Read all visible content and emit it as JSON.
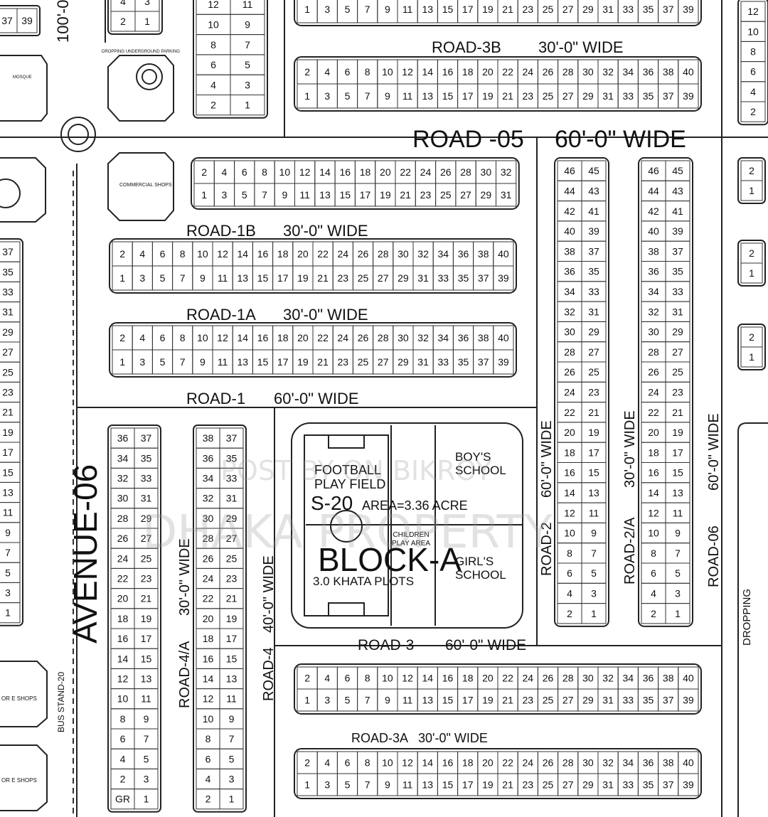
{
  "roads": {
    "road_3b": {
      "name": "ROAD-3B",
      "width": "30'-0\" WIDE"
    },
    "road_05": {
      "name": "ROAD -05",
      "width": "60'-0\" WIDE"
    },
    "road_1b": {
      "name": "ROAD-1B",
      "width": "30'-0\" WIDE"
    },
    "road_1a": {
      "name": "ROAD-1A",
      "width": "30'-0\" WIDE"
    },
    "road_1": {
      "name": "ROAD-1",
      "width": "60'-0\" WIDE"
    },
    "road_3": {
      "name": "ROAD-3",
      "width": "60'-0\" WIDE"
    },
    "road_3a": {
      "name": "ROAD-3A",
      "width": "30'-0\" WIDE"
    },
    "road_2": {
      "name": "ROAD-2",
      "width": "60'-0\" WIDE"
    },
    "road_2a": {
      "name": "ROAD-2/A",
      "width": "30'-0\" WIDE"
    },
    "road_06": {
      "name": "ROAD-06",
      "width": "60'-0\" WIDE"
    },
    "road_4a": {
      "name": "ROAD-4/A",
      "width": "30'-0\" WIDE"
    },
    "road_4": {
      "name": "ROAD-4",
      "width": "40'-0\" WIDE"
    },
    "avenue_06": {
      "name": "AVENUE-06"
    },
    "top_vertical": {
      "width": "100'-0\""
    }
  },
  "labels": {
    "dropping": "DROPPING",
    "bus_stand": "BUS STAND-20",
    "commercial_shops": "COMMERCIAL SHOPS",
    "dropping_parking": "DROPPING UNDERGROUND PARKING",
    "mosque": "MOSQUE",
    "shops_a": "OR E SHOPS",
    "shops_b": "OR E SHOPS",
    "gr": "GR"
  },
  "school_plot": {
    "football": "FOOTBALL PLAY FIELD",
    "boys_school": "BOY'S SCHOOL",
    "sector": "S-20",
    "area": "AREA=3.36 ACRE",
    "children_area": "CHILDREN PLAY AREA",
    "block": "BLOCK-A",
    "girls_school": "GIRL'S SCHOOL",
    "khata": "3.0 KHATA PLOTS"
  },
  "watermark": {
    "line1": "POST BY ON BIKROY",
    "line2": "DHAKA PROPERTY"
  },
  "colors": {
    "line": "#222222",
    "paper": "#ffffff",
    "road_fill": "#ffffff"
  },
  "plot_rows": {
    "even40": [
      2,
      4,
      6,
      8,
      10,
      12,
      14,
      16,
      18,
      20,
      22,
      24,
      26,
      28,
      30,
      32,
      34,
      36,
      38,
      40
    ],
    "odd39": [
      1,
      3,
      5,
      7,
      9,
      11,
      13,
      15,
      17,
      19,
      21,
      23,
      25,
      27,
      29,
      31,
      33,
      35,
      37,
      39
    ],
    "even32": [
      2,
      4,
      6,
      8,
      10,
      12,
      14,
      16,
      18,
      20,
      22,
      24,
      26,
      28,
      30,
      32
    ],
    "odd31": [
      1,
      3,
      5,
      7,
      9,
      11,
      13,
      15,
      17,
      19,
      21,
      23,
      25,
      27,
      29,
      31
    ],
    "left_edge_col": [
      37,
      35,
      33,
      31,
      29,
      27,
      25,
      23,
      21,
      19,
      17,
      15,
      13,
      11,
      9,
      7,
      5,
      3,
      1
    ],
    "left_edge_top": [
      37,
      39
    ],
    "right_edge_col": [
      12,
      10,
      8,
      6,
      4,
      2
    ],
    "pair_col_a": [
      [
        4,
        3
      ],
      [
        2,
        1
      ]
    ],
    "pair_col_b": [
      [
        12,
        11
      ],
      [
        10,
        9
      ],
      [
        8,
        7
      ],
      [
        6,
        5
      ],
      [
        4,
        3
      ],
      [
        2,
        1
      ]
    ],
    "road2_block": [
      [
        46,
        45
      ],
      [
        44,
        43
      ],
      [
        42,
        41
      ],
      [
        40,
        39
      ],
      [
        38,
        37
      ],
      [
        36,
        35
      ],
      [
        34,
        33
      ],
      [
        32,
        31
      ],
      [
        30,
        29
      ],
      [
        28,
        27
      ],
      [
        26,
        25
      ],
      [
        24,
        23
      ],
      [
        22,
        21
      ],
      [
        20,
        19
      ],
      [
        18,
        17
      ],
      [
        16,
        15
      ],
      [
        14,
        13
      ],
      [
        12,
        11
      ],
      [
        10,
        9
      ],
      [
        8,
        7
      ],
      [
        6,
        5
      ],
      [
        4,
        3
      ],
      [
        2,
        1
      ]
    ],
    "road4a_block": [
      [
        36,
        37
      ],
      [
        34,
        35
      ],
      [
        32,
        33
      ],
      [
        30,
        31
      ],
      [
        28,
        29
      ],
      [
        26,
        27
      ],
      [
        24,
        25
      ],
      [
        22,
        23
      ],
      [
        20,
        21
      ],
      [
        18,
        19
      ],
      [
        16,
        17
      ],
      [
        14,
        15
      ],
      [
        12,
        13
      ],
      [
        10,
        11
      ],
      [
        8,
        9
      ],
      [
        6,
        7
      ],
      [
        4,
        5
      ],
      [
        2,
        3
      ],
      [
        "GR",
        1
      ]
    ],
    "road4_block": [
      [
        38,
        37
      ],
      [
        36,
        35
      ],
      [
        34,
        33
      ],
      [
        32,
        31
      ],
      [
        30,
        29
      ],
      [
        28,
        27
      ],
      [
        26,
        25
      ],
      [
        24,
        23
      ],
      [
        22,
        21
      ],
      [
        20,
        19
      ],
      [
        18,
        17
      ],
      [
        16,
        15
      ],
      [
        14,
        13
      ],
      [
        12,
        11
      ],
      [
        10,
        9
      ],
      [
        8,
        7
      ],
      [
        6,
        5
      ],
      [
        4,
        3
      ],
      [
        2,
        1
      ]
    ],
    "right_small": [
      [
        2
      ],
      [
        1
      ]
    ]
  }
}
